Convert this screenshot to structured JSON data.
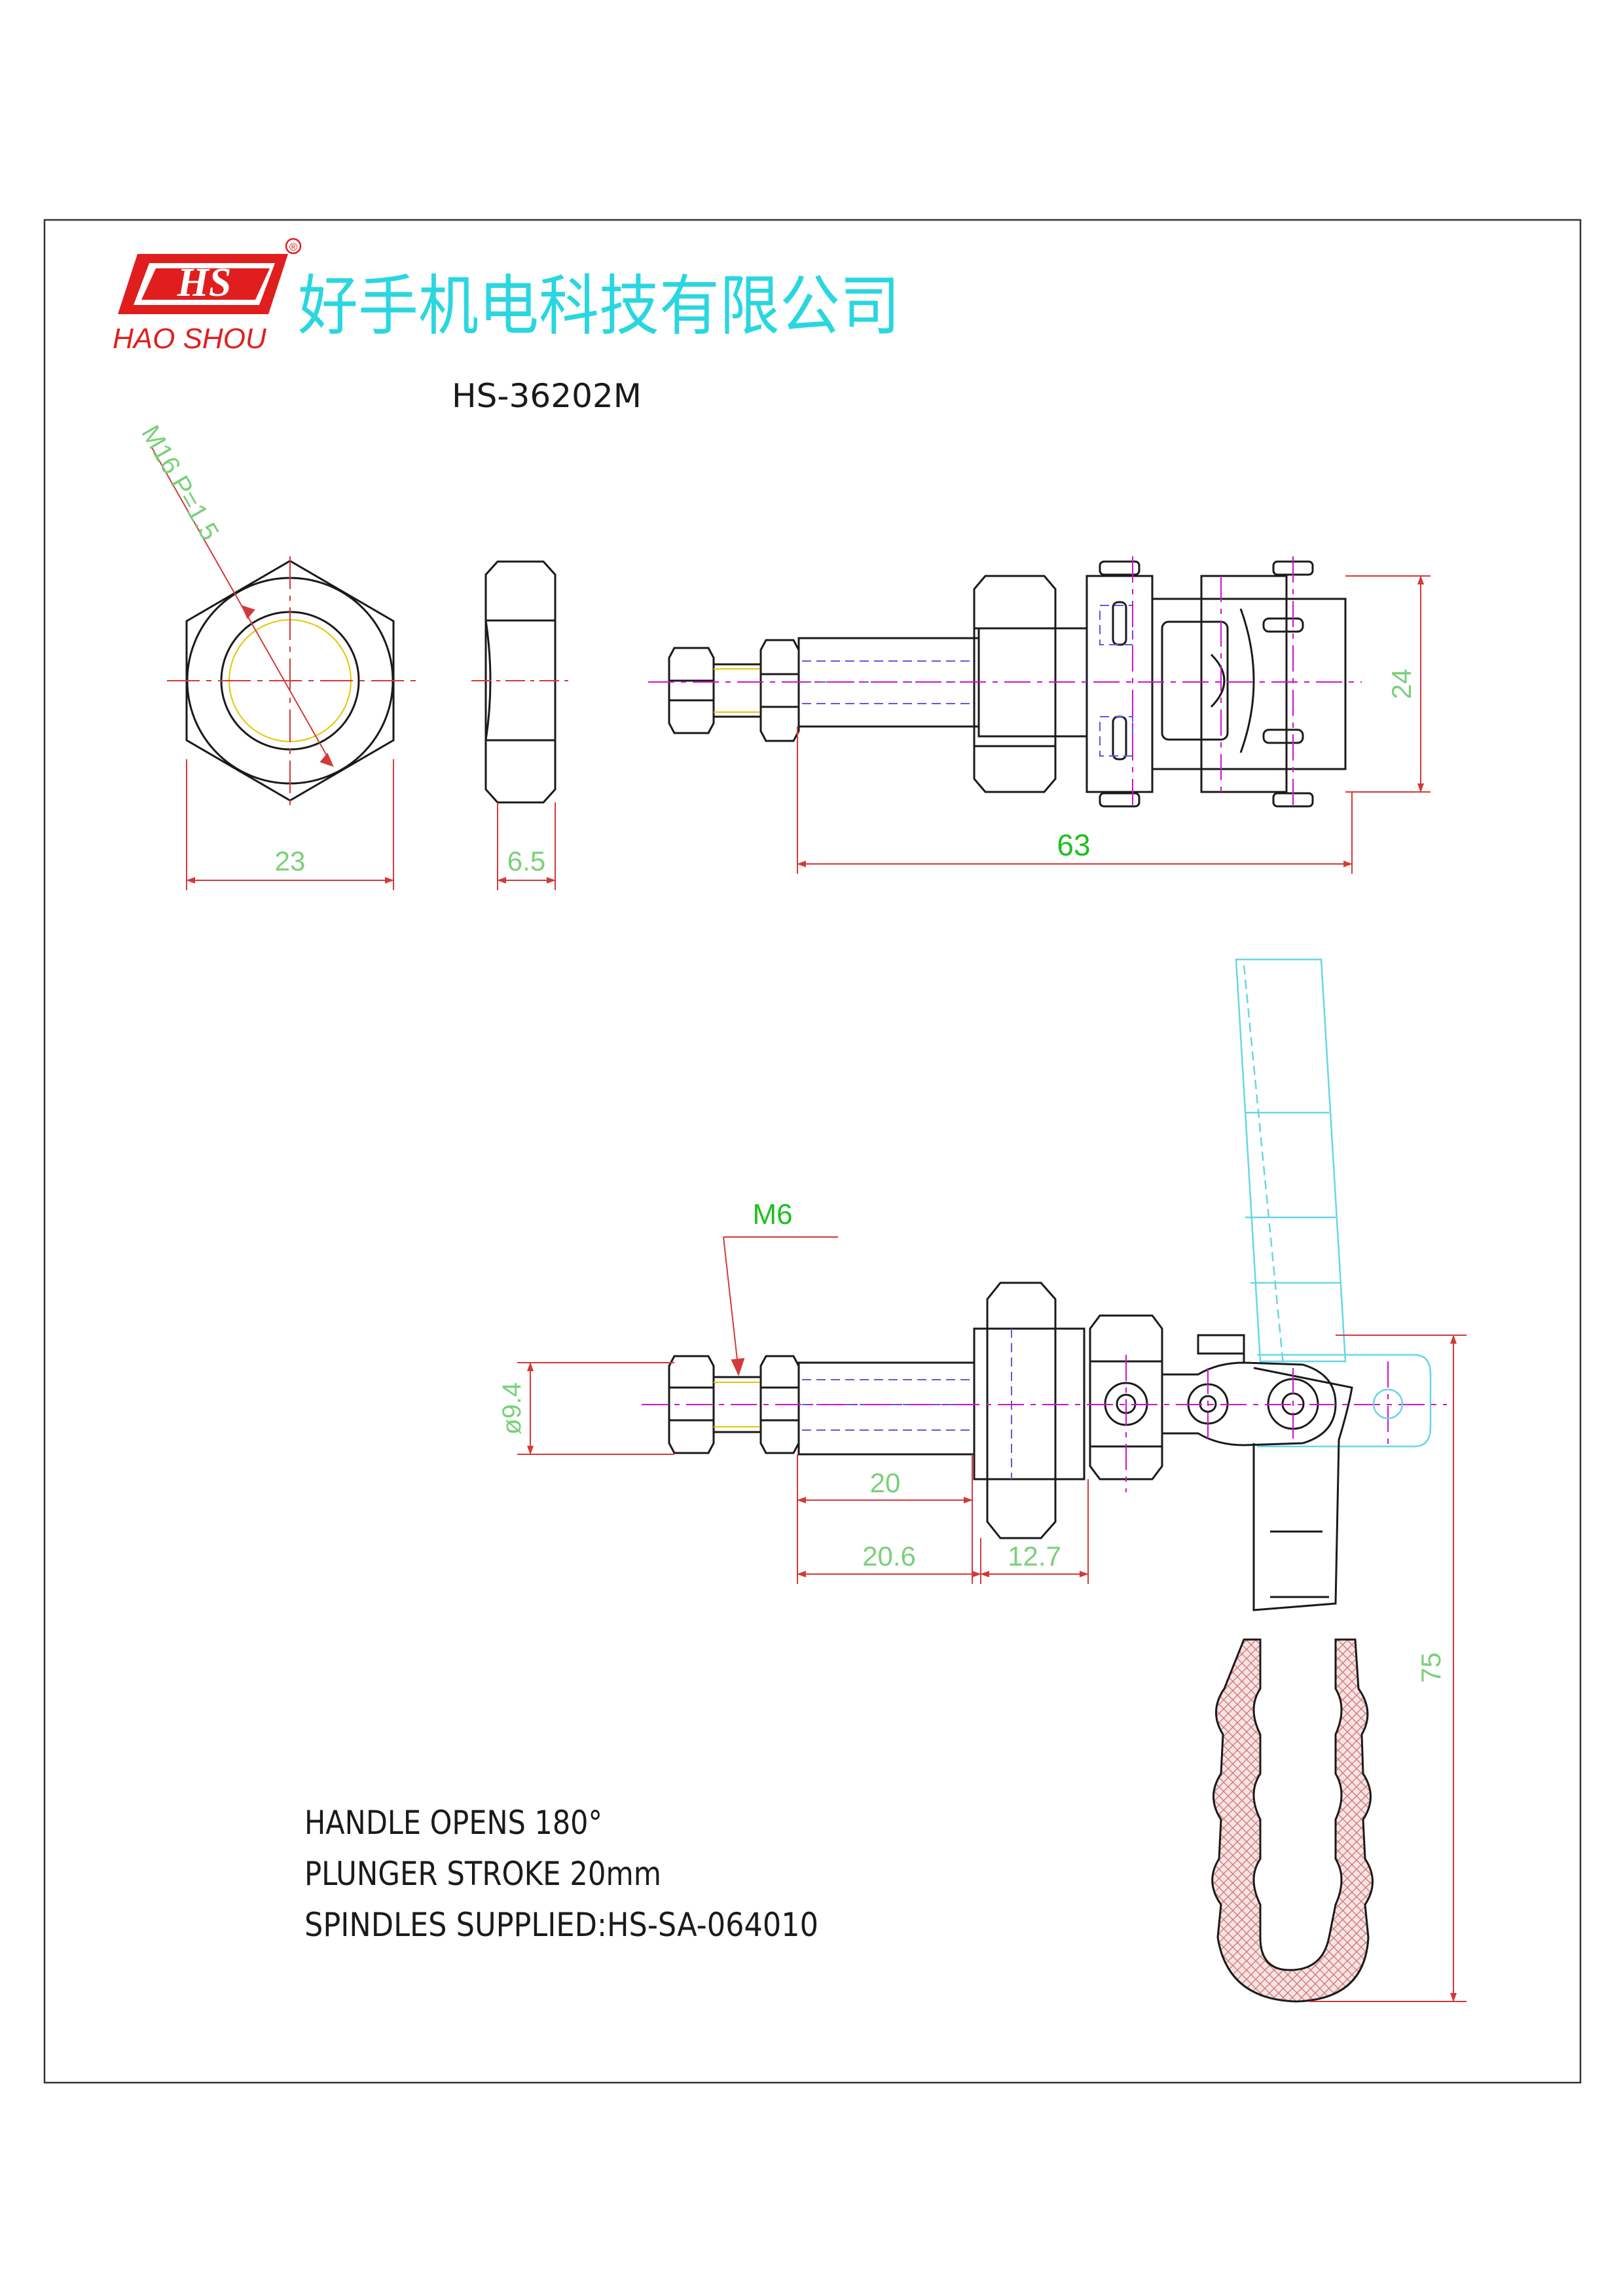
{
  "brand": {
    "logo_mark": "HS",
    "registered": "®",
    "name_en": "HAO SHOU",
    "name_cn": "好手机电科技有限公司"
  },
  "model": "HS-36202M",
  "dimensions": {
    "thread": "M16 P=1.5",
    "nut_width": "23",
    "nut_thickness": "6.5",
    "overall_length": "63",
    "height": "24",
    "thread_m6": "M6",
    "diameter": "ø9.4",
    "stroke": "20",
    "shaft_length": "20.6",
    "boss_length": "12.7",
    "handle_height": "75"
  },
  "notes": [
    "HANDLE OPENS 180°",
    "PLUNGER STROKE 20mm",
    "SPINDLES SUPPLIED:HS-SA-064010"
  ],
  "colors": {
    "brand_red": "#e01e1e",
    "cn_text": "#2ad6e0",
    "dim_red": "#d23a3a",
    "dim_text": "#7ad07a",
    "m6_green": "#1fbf1f",
    "centerline_magenta": "#d010d0",
    "hidden_blue": "#5a5ae0",
    "thread_yellow": "#e0c800",
    "phantom_cyan": "#68d6e6",
    "grip_fill": "#f2dede",
    "outline": "#1a1a1a"
  }
}
